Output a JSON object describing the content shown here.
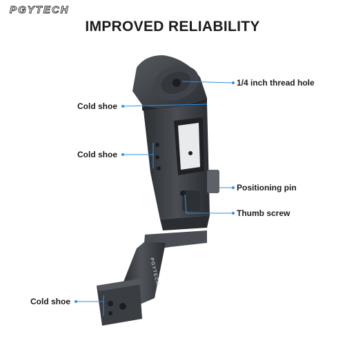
{
  "brand": {
    "logo_text": "PGYTECH"
  },
  "headline": "IMPROVED RELIABILITY",
  "product": {
    "engraving": "PGYTECH"
  },
  "callouts": [
    {
      "id": "thread-hole",
      "label": "1/4 inch thread hole"
    },
    {
      "id": "cold-shoe-top",
      "label": "Cold shoe"
    },
    {
      "id": "cold-shoe-middle",
      "label": "Cold shoe"
    },
    {
      "id": "positioning-pin",
      "label": "Positioning pin"
    },
    {
      "id": "thumb-screw",
      "label": "Thumb screw"
    },
    {
      "id": "cold-shoe-bottom",
      "label": "Cold shoe"
    }
  ],
  "colors": {
    "accent": "#2f8fe0",
    "text": "#1b1b1b",
    "product": "#3a3d42"
  }
}
